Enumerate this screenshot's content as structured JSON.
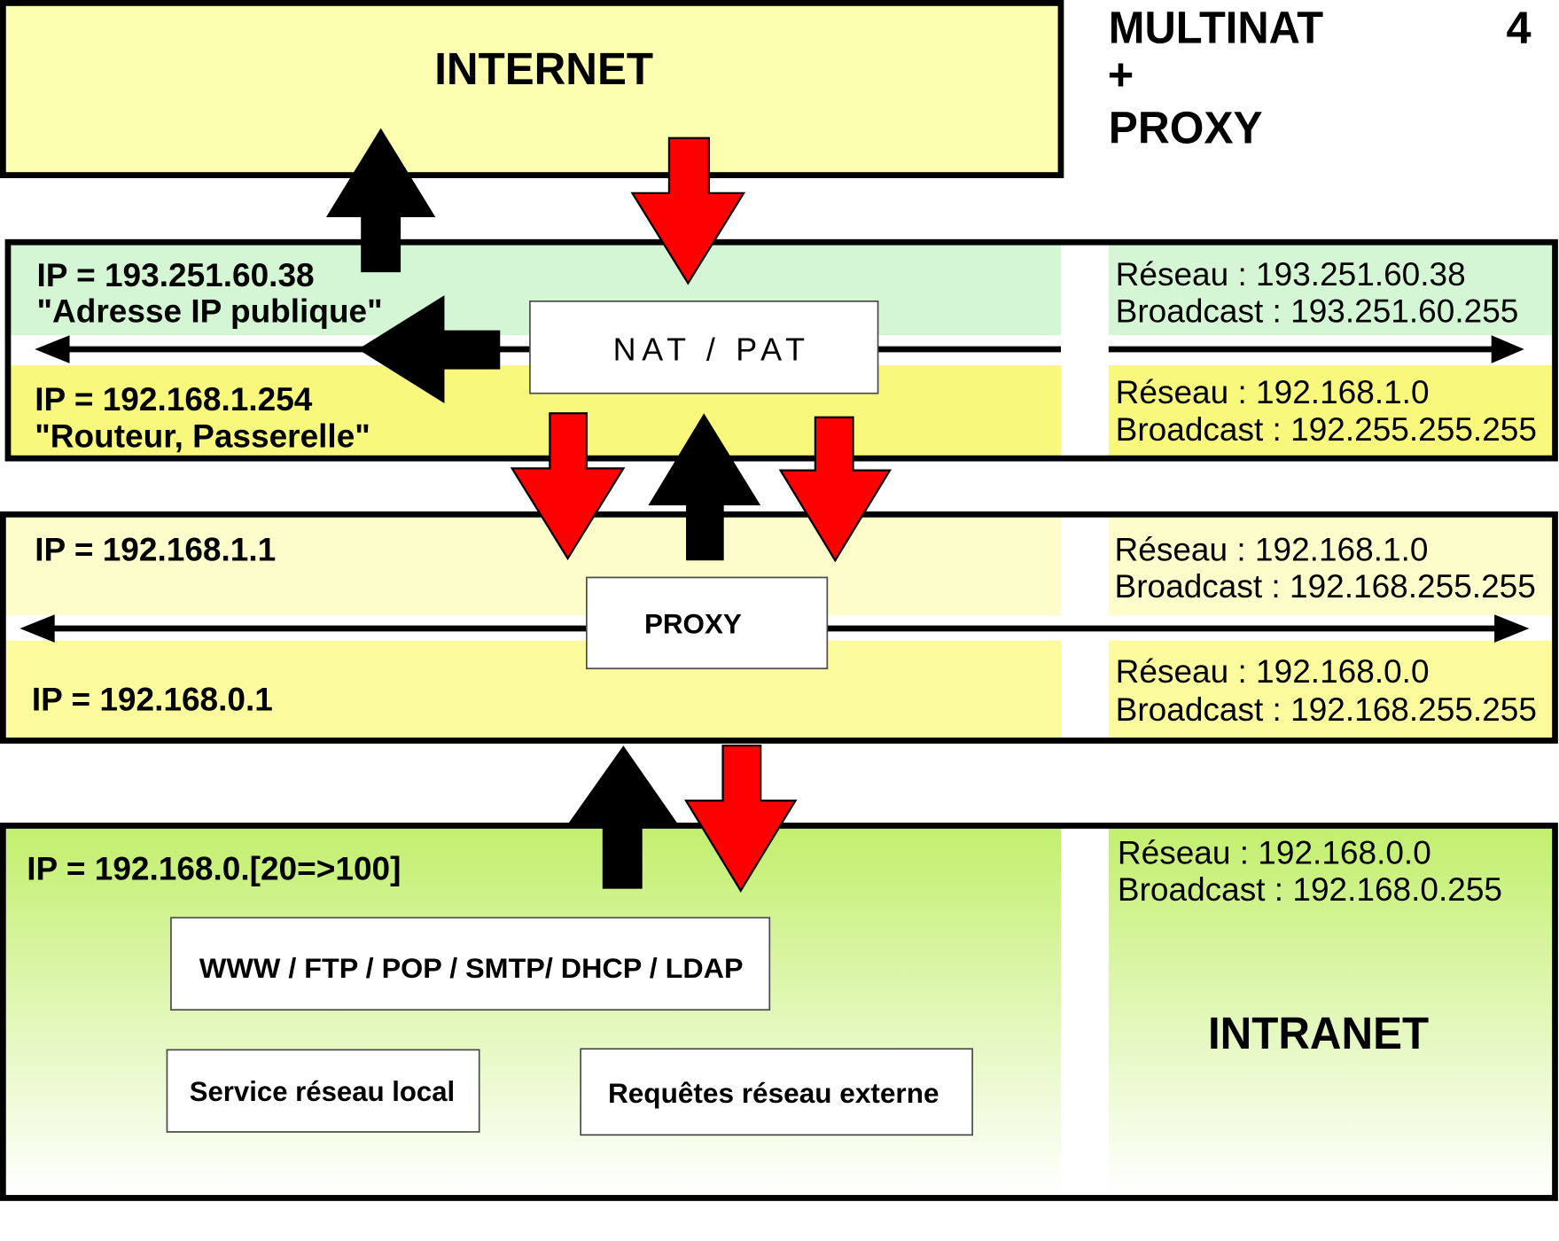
{
  "title": {
    "main": "MULTINAT",
    "plus": "+",
    "sub": "PROXY",
    "slide_number": "4"
  },
  "internet": {
    "label": "INTERNET"
  },
  "router": {
    "device_label": "NAT / PAT",
    "wan": {
      "ip": "IP = 193.251.60.38",
      "note": "\"Adresse IP publique\"",
      "network": "Réseau : 193.251.60.38",
      "broadcast": "Broadcast : 193.251.60.255"
    },
    "lan": {
      "ip": "IP = 192.168.1.254",
      "note": "\"Routeur, Passerelle\"",
      "network": "Réseau : 192.168.1.0",
      "broadcast": "Broadcast : 192.255.255.255"
    }
  },
  "proxy": {
    "device_label": "PROXY",
    "upstream": {
      "ip": "IP = 192.168.1.1",
      "network": "Réseau : 192.168.1.0",
      "broadcast": "Broadcast : 192.168.255.255"
    },
    "downstream": {
      "ip": "IP = 192.168.0.1",
      "network": "Réseau : 192.168.0.0",
      "broadcast": "Broadcast : 192.168.255.255"
    }
  },
  "intranet": {
    "label": "INTRANET",
    "ip_range": "IP = 192.168.0.[20=>100]",
    "network": "Réseau : 192.168.0.0",
    "broadcast": "Broadcast : 192.168.0.255",
    "services": "WWW / FTP / POP / SMTP/ DHCP / LDAP",
    "legend_local": "Service réseau local",
    "legend_external": "Requêtes réseau externe"
  },
  "colors": {
    "internet_fill": "#fcffb0",
    "router_wan_band": "#d4f6d4",
    "router_lan_band": "#f8f87c",
    "proxy_upstream_band": "#fdfdcc",
    "proxy_downstream_band": "#fbfb9e",
    "intranet_gradient_top": "#c3ef6e",
    "intranet_gradient_bottom": "#ffffff",
    "outbound_arrow": "#000000",
    "inbound_arrow": "#ff0000"
  }
}
